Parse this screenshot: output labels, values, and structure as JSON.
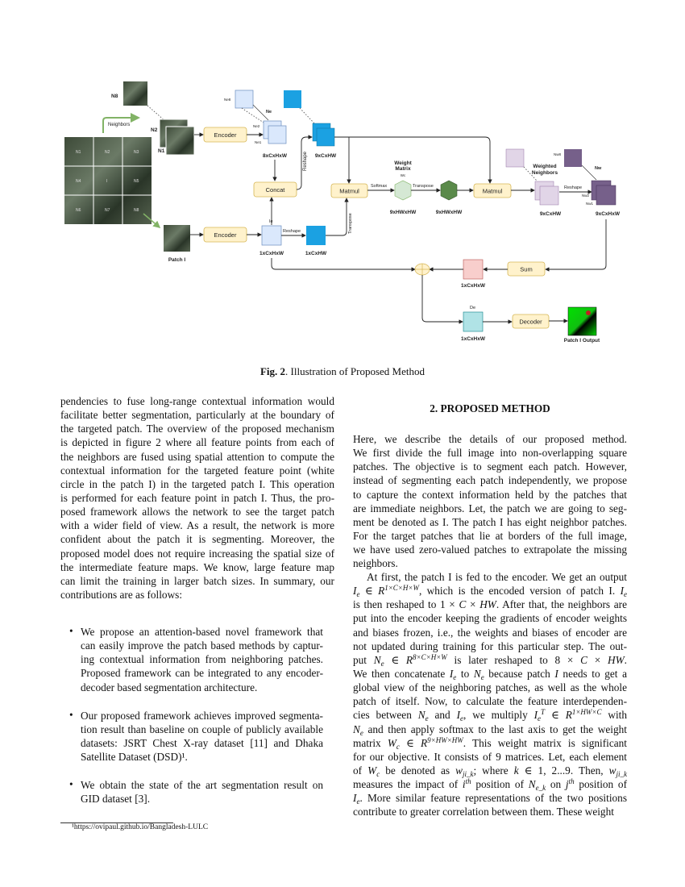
{
  "figure": {
    "labels": {
      "n8": "N8",
      "n2": "N2",
      "n1": "N1",
      "neighbors": "Neighbors",
      "grid": [
        "N1",
        "N2",
        "N3",
        "N4",
        "I",
        "N5",
        "N6",
        "N7",
        "N8"
      ],
      "encoder1": "Encoder",
      "encoder2": "Encoder",
      "ne8": "Ne8",
      "ne": "Ne",
      "ne2": "Ne2",
      "ne1": "Ne1",
      "dim_8cxhxw": "8xCxHxW",
      "dim_9cxhw": "9xCxHW",
      "concat": "Concat",
      "reshape1": "Reshape",
      "reshape2": "Reshape",
      "reshape3": "Reshape",
      "matmul1": "Matmul",
      "matmul2": "Matmul",
      "softmax": "Softmax",
      "transpose1": "Transpose",
      "transpose2": "Transpose",
      "weight_matrix_1": "Weight",
      "weight_matrix_2": "Matrix",
      "wc": "Wc",
      "dim_9hwhw_a": "9xHWxHW",
      "dim_9hwhw_b": "9xHWxHW",
      "weighted_1": "Weighted",
      "weighted_2": "Neighbors",
      "dim_9cxhw_b": "9xCxHW",
      "dim_9cxhxw": "9xCxHxW",
      "nw8": "Nw8",
      "nw": "Nw",
      "nw2": "Nw2",
      "nw1": "Nw1",
      "patch_i": "Patch I",
      "ie": "Ie",
      "dim_1cxhxw_a": "1xCxHxW",
      "dim_1cxhw": "1xCxHW",
      "sum": "Sum",
      "dim_1cxhxw_b": "1xCxHxW",
      "de": "De",
      "dim_1cxhxw_c": "1xCxHxW",
      "decoder": "Decoder",
      "output": "Patch I Output"
    },
    "colors": {
      "box_fill": "#fff2cc",
      "light_blue": "#dae8fc",
      "blue": "#1ba1e2",
      "light_green": "#d5e8d4",
      "dark_green": "#5a8a4a",
      "lavender": "#e1d5e7",
      "purple": "#76608a",
      "pink": "#f8cecc",
      "cyan": "#b0e3e6"
    },
    "caption_bold": "Fig. 2",
    "caption_rest": ". Illustration of Proposed Method"
  },
  "left_column": {
    "paragraph": [
      "pendencies to fuse long-range contextual information would",
      "facilitate better segmentation, particularly at the boundary of",
      "the targeted patch. The overview of the proposed mechanism",
      "is depicted in figure 2 where all feature points from each of",
      "the neighbors are fused using spatial attention to compute the",
      "contextual information for the targeted feature point (white",
      "circle in the patch I) in the targeted patch I. This operation",
      "is performed for each feature point in patch I. Thus, the pro-",
      "posed framework allows the network to see the target patch",
      "with a wider field of view. As a result, the network is more",
      "confident about the patch it is segmenting. Moreover, the",
      "proposed model does not require increasing the spatial size of",
      "the intermediate feature maps. We know, large feature map",
      "can limit the training in larger batch sizes. In summary, our",
      "contributions are as follows:"
    ],
    "bullets": [
      [
        "We propose an attention-based novel framework that",
        "can easily improve the patch based methods by captur-",
        "ing contextual information from neighboring patches.",
        "Proposed framework can be integrated to any encoder-",
        "decoder based segmentation architecture."
      ],
      [
        "Our proposed framework achieves improved segmenta-",
        "tion result than baseline on couple of publicly available",
        "datasets: JSRT Chest X-ray dataset [11] and Dhaka",
        "Satellite Dataset (DSD)¹."
      ],
      [
        "We obtain the state of the art segmentation result on",
        "GID dataset [3]."
      ]
    ],
    "bullet_glyph": "•",
    "footnote": "¹https://ovipaul.github.io/Bangladesh-LULC"
  },
  "right_column": {
    "heading": "2. PROPOSED METHOD",
    "paragraph1": [
      "Here, we describe the details of our proposed method.",
      "We first divide the full image into non-overlapping square",
      "patches. The objective is to segment each patch. However,",
      "instead of segmenting each patch independently, we propose",
      "to capture the context information held by the patches that",
      "are immediate neighbors. Let, the patch we are going to seg-",
      "ment be denoted as I. The patch I has eight neighbor patches.",
      "For the target patches that lie at borders of the full image,",
      "we have used zero-valued patches to extrapolate the missing",
      "neighbors."
    ],
    "paragraph2": [
      [
        [
          "",
          "At first, the patch I is fed to the encoder. We get an output"
        ]
      ],
      [
        [
          "i",
          "I"
        ],
        [
          "sub",
          "e"
        ],
        [
          "",
          " ∈ "
        ],
        [
          "i",
          "R"
        ],
        [
          "sup",
          "1×C×H×W"
        ],
        [
          "",
          ", which is the encoded version of patch I. "
        ],
        [
          "i",
          "I"
        ],
        [
          "sub",
          "e"
        ]
      ],
      [
        [
          "",
          "is then reshaped to 1 × "
        ],
        [
          "i",
          "C"
        ],
        [
          "",
          " × "
        ],
        [
          "i",
          "HW"
        ],
        [
          "",
          ". After that, the neighbors are"
        ]
      ],
      [
        [
          "",
          "put into the encoder keeping the gradients of encoder weights"
        ]
      ],
      [
        [
          "",
          "and biases frozen, i.e., the weights and biases of encoder are"
        ]
      ],
      [
        [
          "",
          "not updated during training for this particular step. The out-"
        ]
      ],
      [
        [
          "",
          "put "
        ],
        [
          "i",
          "N"
        ],
        [
          "sub",
          "e"
        ],
        [
          "",
          " ∈ "
        ],
        [
          "i",
          "R"
        ],
        [
          "sup",
          "8×C×H×W"
        ],
        [
          "",
          " is later reshaped to 8 × "
        ],
        [
          "i",
          "C"
        ],
        [
          "",
          " × "
        ],
        [
          "i",
          "HW"
        ],
        [
          "",
          "."
        ]
      ],
      [
        [
          "",
          "We then concatenate "
        ],
        [
          "i",
          "I"
        ],
        [
          "sub",
          "e"
        ],
        [
          "",
          " to "
        ],
        [
          "i",
          "N"
        ],
        [
          "sub",
          "e"
        ],
        [
          "",
          " because patch "
        ],
        [
          "i",
          "I"
        ],
        [
          "",
          " needs to get a"
        ]
      ],
      [
        [
          "",
          "global view of the neighboring patches, as well as the whole"
        ]
      ],
      [
        [
          "",
          "patch of itself. Now, to calculate the feature interdependen-"
        ]
      ],
      [
        [
          "",
          "cies between "
        ],
        [
          "i",
          "N"
        ],
        [
          "sub",
          "e"
        ],
        [
          "",
          " and "
        ],
        [
          "i",
          "I"
        ],
        [
          "sub",
          "e"
        ],
        [
          "",
          ", we multiply "
        ],
        [
          "i",
          "I"
        ],
        [
          "sub",
          "e"
        ],
        [
          "sup",
          "T"
        ],
        [
          "",
          " ∈ "
        ],
        [
          "i",
          "R"
        ],
        [
          "sup",
          "1×HW×C"
        ],
        [
          "",
          " with"
        ]
      ],
      [
        [
          "i",
          "N"
        ],
        [
          "sub",
          "e"
        ],
        [
          "",
          " and then apply softmax to the last axis to get the weight"
        ]
      ],
      [
        [
          "",
          "matrix "
        ],
        [
          "i",
          "W"
        ],
        [
          "sub",
          "c"
        ],
        [
          "",
          " ∈ "
        ],
        [
          "i",
          "R"
        ],
        [
          "sup",
          "9×HW×HW"
        ],
        [
          "",
          ". This weight matrix is significant"
        ]
      ],
      [
        [
          "",
          "for our objective. It consists of 9 matrices. Let, each element"
        ]
      ],
      [
        [
          "",
          "of "
        ],
        [
          "i",
          "W"
        ],
        [
          "sub",
          "c"
        ],
        [
          "",
          " be denoted as "
        ],
        [
          "i",
          "w"
        ],
        [
          "sub",
          "ji_k"
        ],
        [
          "",
          "; where "
        ],
        [
          "i",
          "k"
        ],
        [
          "",
          " ∈ 1, 2...9. Then, "
        ],
        [
          "i",
          "w"
        ],
        [
          "sub",
          "ji_k"
        ]
      ],
      [
        [
          "",
          "measures the impact of "
        ],
        [
          "i",
          "i"
        ],
        [
          "sup",
          "th"
        ],
        [
          "",
          " position of "
        ],
        [
          "i",
          "N"
        ],
        [
          "sub",
          "e_k"
        ],
        [
          "",
          " on "
        ],
        [
          "i",
          "j"
        ],
        [
          "sup",
          "th"
        ],
        [
          "",
          " position of"
        ]
      ],
      [
        [
          "i",
          "I"
        ],
        [
          "sub",
          "e"
        ],
        [
          "",
          ". More similar feature representations of the two positions"
        ]
      ],
      [
        [
          "",
          "contribute to greater correlation between them. These weight"
        ]
      ]
    ]
  }
}
